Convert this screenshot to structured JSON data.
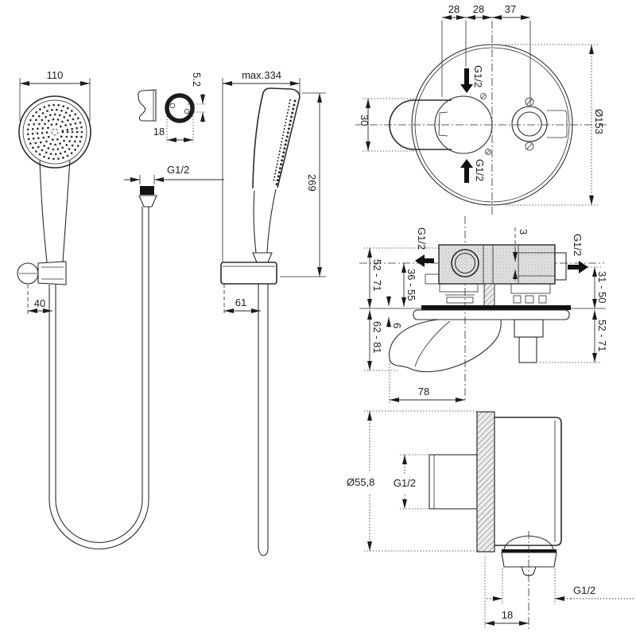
{
  "meta": {
    "type": "technical-dimension-drawing",
    "subject": "shower set (hand shower, hose, concealed mixer trim, wall elbow)",
    "colors": {
      "line": "#2b2b2b",
      "background": "#ffffff",
      "body_fill": "#e2e2e2"
    }
  },
  "views": {
    "hand_shower_front": {
      "head_width": "110",
      "bracket_offset": "40"
    },
    "bracket_detail": {
      "width": "18",
      "pin_height": "5.2"
    },
    "hose_end": {
      "thread": "G1/2"
    },
    "hand_shower_side": {
      "max_length": "max.334",
      "height": "269",
      "holder_depth": "61"
    },
    "trim_front": {
      "offset_left": "28",
      "offset_mid": "28",
      "offset_right": "37",
      "handle_height": "30",
      "plate_diameter": "Ø153",
      "inlet_top": "G1/2",
      "inlet_bottom": "G1/2"
    },
    "valve_side": {
      "inlet_left": "G1/2",
      "travel": "3",
      "outlet_right": "G1/2",
      "above_axis_range": "52 - 71",
      "depth_range": "36 - 55",
      "plate_gap": "6",
      "below_axis_range": "62 - 81",
      "right_upper_range": "31 - 50",
      "right_lower_range": "52 - 71",
      "handle_reach": "78"
    },
    "elbow_side": {
      "plate_diameter": "Ø55,8",
      "inlet_thread": "G1/2",
      "outlet_thread": "G1/2",
      "wall_offset": "18"
    }
  }
}
